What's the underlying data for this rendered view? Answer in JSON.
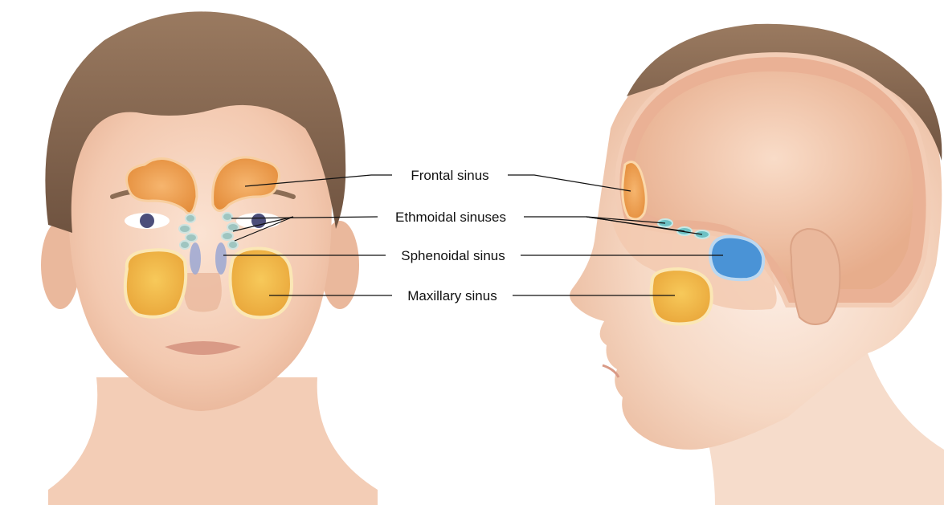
{
  "diagram": {
    "labels": [
      {
        "id": "frontal",
        "text": "Frontal sinus"
      },
      {
        "id": "ethmoidal",
        "text": "Ethmoidal sinuses"
      },
      {
        "id": "sphenoidal",
        "text": "Sphenoidal sinus"
      },
      {
        "id": "maxillary",
        "text": "Maxillary sinus"
      }
    ]
  },
  "colors": {
    "frontal_sinus": "#f0a452",
    "ethmoidal_sinus": "#7fc7c9",
    "sphenoidal_sinus": "#4a93d6",
    "maxillary_sinus": "#f6c043",
    "skin": "#f5d2bd",
    "hair": "#8a6a52",
    "skull": "#e8b89d"
  }
}
